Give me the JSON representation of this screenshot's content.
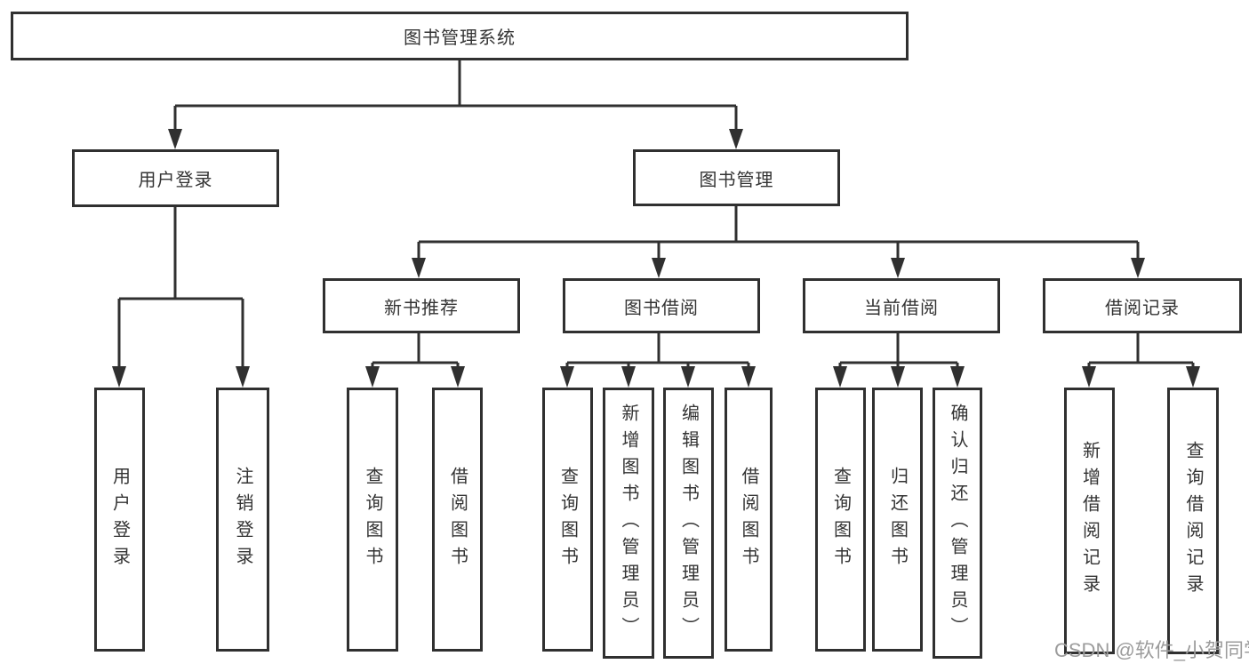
{
  "diagram": {
    "title": "图书管理系统",
    "nodes": {
      "root": "图书管理系统",
      "user_login": "用户登录",
      "book_mgmt": "图书管理",
      "new_book_rec": "新书推荐",
      "book_borrow": "图书借阅",
      "current_borrow": "当前借阅",
      "borrow_record": "借阅记录",
      "leaf_user_login": "用户登录",
      "leaf_logout": "注销登录",
      "leaf_rec_query_book": "查询图书",
      "leaf_rec_borrow_book": "借阅图书",
      "leaf_bb_query_book": "查询图书",
      "leaf_bb_add_book": "新增图书（管理员）",
      "leaf_bb_edit_book": "编辑图书（管理员）",
      "leaf_bb_borrow_book": "借阅图书",
      "leaf_cb_query_book": "查询图书",
      "leaf_cb_return_book": "归还图书",
      "leaf_cb_confirm_return": "确认归还（管理员）",
      "leaf_br_add_record": "新增借阅记录",
      "leaf_br_query_record": "查询借阅记录"
    },
    "tree": {
      "图书管理系统": {
        "用户登录": [
          "用户登录",
          "注销登录"
        ],
        "图书管理": {
          "新书推荐": [
            "查询图书",
            "借阅图书"
          ],
          "图书借阅": [
            "查询图书",
            "新增图书（管理员）",
            "编辑图书（管理员）",
            "借阅图书"
          ],
          "当前借阅": [
            "查询图书",
            "归还图书",
            "确认归还（管理员）"
          ],
          "借阅记录": [
            "新增借阅记录",
            "查询借阅记录"
          ]
        }
      }
    }
  },
  "watermark": "CSDN @软件_小贺同学",
  "colors": {
    "line": "#303030",
    "text": "#333333",
    "background": "#ffffff",
    "watermark": "#9c9c9c"
  }
}
